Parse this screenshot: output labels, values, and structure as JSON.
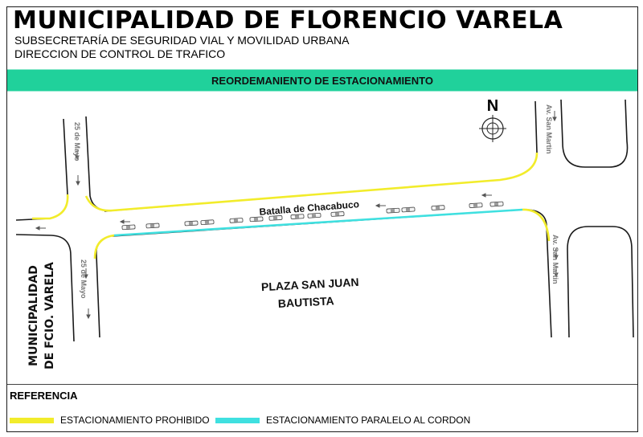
{
  "header": {
    "title": "MUNICIPALIDAD DE FLORENCIO VARELA",
    "subtitle_1": "SUBSECRETARÍA DE SEGURIDAD VIAL Y MOVILIDAD URBANA",
    "subtitle_2": "DIRECCION DE CONTROL DE TRAFICO"
  },
  "banner": {
    "label": "REORDEMANIENTO DE ESTACIONAMIENTO"
  },
  "map": {
    "north_label": "N",
    "streets": {
      "main": "Batalla de Chacabuco",
      "left_top": "25 de Mayo",
      "left_bottom": "25 de Mayo",
      "right_top": "Av. San Martin",
      "right_bottom": "Av. San Martin"
    },
    "places": {
      "plaza_line1": "PLAZA SAN JUAN",
      "plaza_line2": "BAUTISTA",
      "municipalidad_line1": "MUNICIPALIDAD",
      "municipalidad_line2": "DE FCIO. VARELA"
    },
    "icons": [
      "north-compass-icon",
      "car-icon",
      "direction-arrow-icon"
    ],
    "colors": {
      "no_parking": "#f2ec2b",
      "parallel_parking": "#3fe0e0",
      "banner": "#20d19b",
      "street_line": "#1a1a1a",
      "label_gray": "#777777"
    }
  },
  "legend": {
    "title": "REFERENCIA",
    "items": [
      {
        "label": "ESTACIONAMIENTO PROHIBIDO",
        "color": "#f2ec2b"
      },
      {
        "label": "ESTACIONAMIENTO PARALELO AL CORDON",
        "color": "#3fe0e0"
      }
    ]
  }
}
